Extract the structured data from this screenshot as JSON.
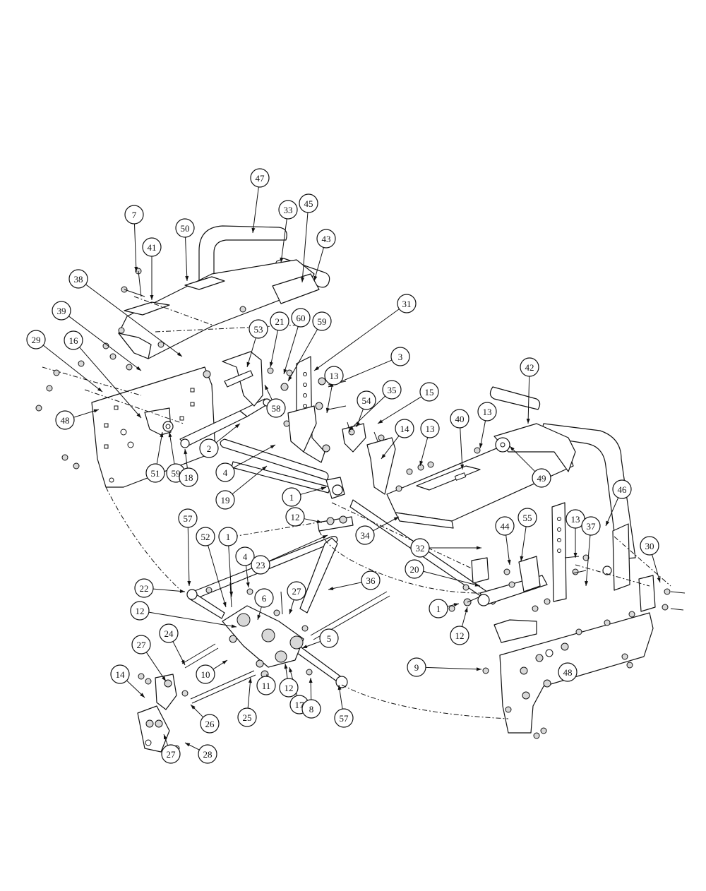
{
  "callouts": [
    {
      "id": "7"
    },
    {
      "id": "41"
    },
    {
      "id": "50"
    },
    {
      "id": "47"
    },
    {
      "id": "33"
    },
    {
      "id": "45"
    },
    {
      "id": "43"
    },
    {
      "id": "38"
    },
    {
      "id": "39"
    },
    {
      "id": "29"
    },
    {
      "id": "16"
    },
    {
      "id": "48"
    },
    {
      "id": "53"
    },
    {
      "id": "21"
    },
    {
      "id": "60"
    },
    {
      "id": "59"
    },
    {
      "id": "31"
    },
    {
      "id": "3"
    },
    {
      "id": "13"
    },
    {
      "id": "35"
    },
    {
      "id": "15"
    },
    {
      "id": "54"
    },
    {
      "id": "14"
    },
    {
      "id": "13"
    },
    {
      "id": "40"
    },
    {
      "id": "13"
    },
    {
      "id": "42"
    },
    {
      "id": "49"
    },
    {
      "id": "58"
    },
    {
      "id": "2"
    },
    {
      "id": "4"
    },
    {
      "id": "51"
    },
    {
      "id": "59"
    },
    {
      "id": "18"
    },
    {
      "id": "19"
    },
    {
      "id": "1"
    },
    {
      "id": "12"
    },
    {
      "id": "34"
    },
    {
      "id": "46"
    },
    {
      "id": "44"
    },
    {
      "id": "55"
    },
    {
      "id": "13"
    },
    {
      "id": "37"
    },
    {
      "id": "32"
    },
    {
      "id": "30"
    },
    {
      "id": "20"
    },
    {
      "id": "1"
    },
    {
      "id": "12"
    },
    {
      "id": "57"
    },
    {
      "id": "52"
    },
    {
      "id": "1"
    },
    {
      "id": "4"
    },
    {
      "id": "23"
    },
    {
      "id": "36"
    },
    {
      "id": "22"
    },
    {
      "id": "27"
    },
    {
      "id": "6"
    },
    {
      "id": "12"
    },
    {
      "id": "5"
    },
    {
      "id": "24"
    },
    {
      "id": "27"
    },
    {
      "id": "10"
    },
    {
      "id": "9"
    },
    {
      "id": "48"
    },
    {
      "id": "14"
    },
    {
      "id": "11"
    },
    {
      "id": "12"
    },
    {
      "id": "17"
    },
    {
      "id": "8"
    },
    {
      "id": "57"
    },
    {
      "id": "25"
    },
    {
      "id": "26"
    },
    {
      "id": "27"
    },
    {
      "id": "28"
    }
  ]
}
